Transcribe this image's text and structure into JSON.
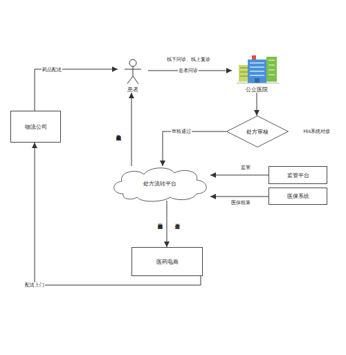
{
  "diagram": {
    "nodes": [
      {
        "text": [
          "患者"
        ]
      },
      {
        "text": [
          "公立医院"
        ]
      },
      {
        "text": [
          "物流公司"
        ]
      },
      {
        "text": [
          "处方审核"
        ]
      },
      {
        "text": [
          "处方流转平台"
        ]
      },
      {
        "text": [
          "监管平台"
        ]
      },
      {
        "text": [
          "医保系统"
        ]
      },
      {
        "text": [
          "医药电商"
        ]
      }
    ],
    "edges": [
      {
        "from": 0,
        "to": 1,
        "label": "患者问诊",
        "arrow": "to"
      },
      {
        "from": 1,
        "to": 3,
        "arrow": "to"
      },
      {
        "from": 3,
        "to": 4,
        "label": "审核通过",
        "arrow": "to"
      },
      {
        "from": 4,
        "to": 0,
        "label": "处方以及物流信息推送",
        "arrow": "to"
      },
      {
        "from": 5,
        "to": 4,
        "label": "监管",
        "arrow": "to"
      },
      {
        "from": 6,
        "to": 4,
        "label": "医保核算",
        "arrow": "to"
      },
      {
        "from": 4,
        "to": 7,
        "label": "下传处方信息",
        "arrow": "to"
      },
      {
        "from": 7,
        "to": 2,
        "label": "配送上门",
        "arrow": "to"
      },
      {
        "from": 2,
        "to": 0,
        "label": "药品配送",
        "arrow": "to"
      }
    ],
    "labels": [
      "线下问诊、线上复诊",
      "核销信息并同步",
      "His系统对接"
    ]
  }
}
